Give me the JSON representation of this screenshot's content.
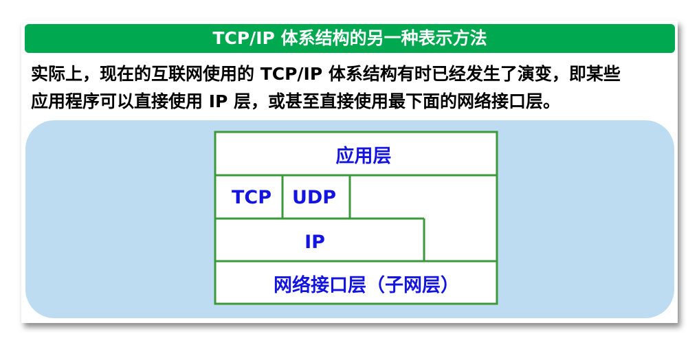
{
  "title": "TCP/IP 体系结构的另一种表示方法",
  "description": {
    "line1": "实际上，现在的互联网使用的 TCP/IP 体系结构有时已经发生了演变，即某些",
    "line2": "应用程序可以直接使用 IP 层，或甚至直接使用最下面的网络接口层。"
  },
  "layers": {
    "application": "应用层",
    "tcp": "TCP",
    "udp": "UDP",
    "ip": "IP",
    "network": "网络接口层（子网层）"
  },
  "colors": {
    "title_bg": "#00A84F",
    "panel_bg": "#BEDCF1",
    "box_border": "#3A9A3A",
    "box_fill": "#FFFFFF",
    "label_text": "#1414E0"
  }
}
